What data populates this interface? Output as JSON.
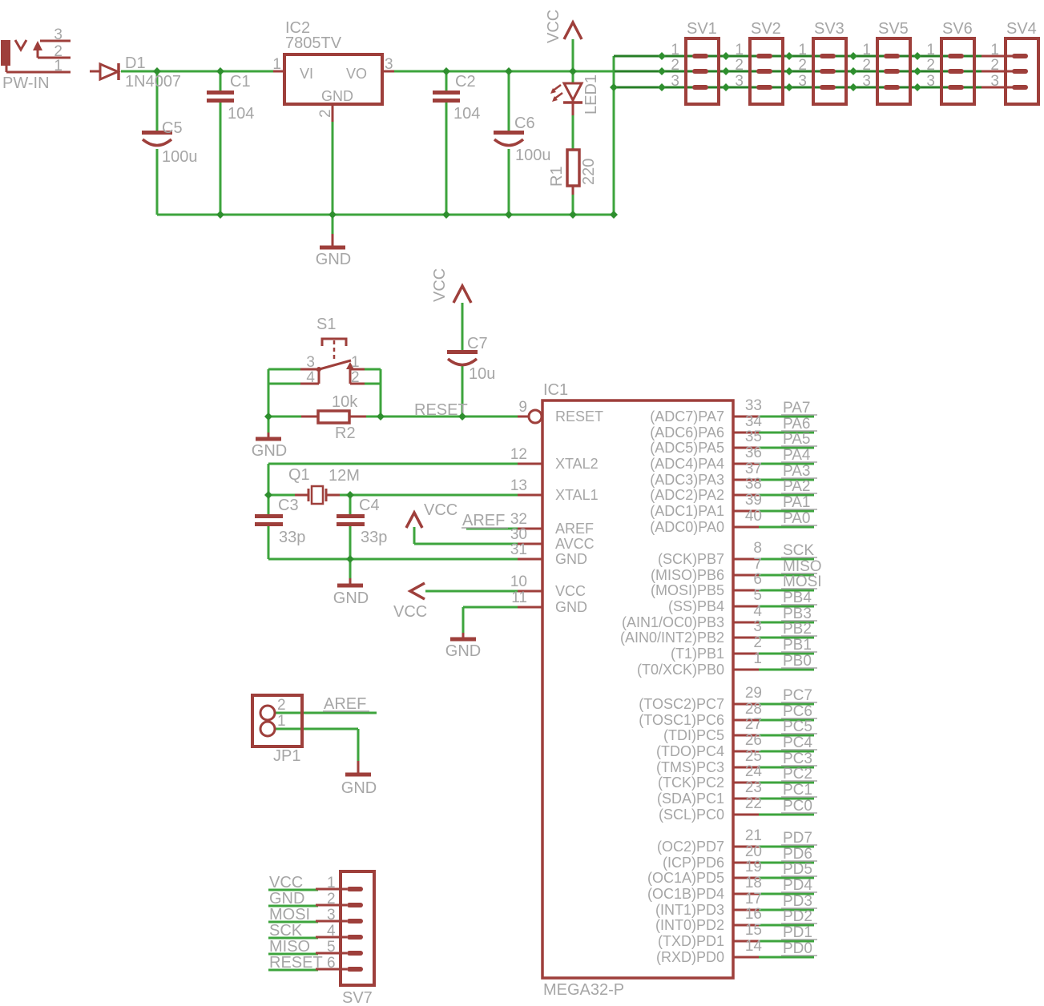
{
  "colors": {
    "background": "#ffffff",
    "wire": "#3da43d",
    "bus_wire": "#267e26",
    "junction": "#2e8f2e",
    "part": "#9e3f3b",
    "label": "#a6a6a6"
  },
  "nets": {
    "vcc": "VCC",
    "gnd": "GND",
    "aref": "AREF",
    "reset": "RESET"
  },
  "power_input": {
    "connector": {
      "label": "PW-IN",
      "pins": [
        "3",
        "2",
        "1"
      ]
    },
    "diode": {
      "name": "D1",
      "value": "1N4007"
    },
    "cap_c5": {
      "name": "C5",
      "value": "100u"
    },
    "cap_c1": {
      "name": "C1",
      "value": "104"
    },
    "regulator": {
      "name": "IC2",
      "value": "7805TV",
      "pin_vi": "VI",
      "pin_vo": "VO",
      "pin_gnd": "GND",
      "num_in": "1",
      "num_out": "3",
      "num_gnd": "2"
    },
    "cap_c2": {
      "name": "C2",
      "value": "104"
    },
    "cap_c6": {
      "name": "C6",
      "value": "100u"
    },
    "led": {
      "name": "LED1"
    },
    "resistor": {
      "name": "R1",
      "value": "220"
    }
  },
  "headers": [
    {
      "name": "SV1",
      "pins": [
        "1",
        "2",
        "3"
      ]
    },
    {
      "name": "SV2",
      "pins": [
        "1",
        "2",
        "3"
      ]
    },
    {
      "name": "SV3",
      "pins": [
        "1",
        "2",
        "3"
      ]
    },
    {
      "name": "SV5",
      "pins": [
        "1",
        "2",
        "3"
      ]
    },
    {
      "name": "SV6",
      "pins": [
        "1",
        "2",
        "3"
      ]
    },
    {
      "name": "SV4",
      "pins": [
        "1",
        "2",
        "3"
      ]
    }
  ],
  "reset_circuit": {
    "switch": {
      "name": "S1",
      "pin_numbers": [
        "3",
        "1",
        "4",
        "2"
      ]
    },
    "resistor": {
      "name": "R2",
      "value": "10k"
    },
    "cap": {
      "name": "C7",
      "value": "10u"
    }
  },
  "oscillator": {
    "crystal": {
      "name": "Q1",
      "value": "12M"
    },
    "cap_c3": {
      "name": "C3",
      "value": "33p"
    },
    "cap_c4": {
      "name": "C4",
      "value": "33p"
    }
  },
  "mcu": {
    "designator": "IC1",
    "part": "MEGA32-P",
    "left_pins": [
      {
        "num": "9",
        "label": "RESET"
      },
      {
        "num": "12",
        "label": "XTAL2"
      },
      {
        "num": "13",
        "label": "XTAL1"
      },
      {
        "num": "32",
        "label": "AREF"
      },
      {
        "num": "30",
        "label": "AVCC"
      },
      {
        "num": "31",
        "label": "GND"
      },
      {
        "num": "10",
        "label": "VCC"
      },
      {
        "num": "11",
        "label": "GND"
      }
    ],
    "right_pins": [
      {
        "num": "33",
        "inner": "(ADC7)PA7",
        "net": "PA7"
      },
      {
        "num": "34",
        "inner": "(ADC6)PA6",
        "net": "PA6"
      },
      {
        "num": "35",
        "inner": "(ADC5)PA5",
        "net": "PA5"
      },
      {
        "num": "36",
        "inner": "(ADC4)PA4",
        "net": "PA4"
      },
      {
        "num": "37",
        "inner": "(ADC3)PA3",
        "net": "PA3"
      },
      {
        "num": "38",
        "inner": "(ADC2)PA2",
        "net": "PA2"
      },
      {
        "num": "39",
        "inner": "(ADC1)PA1",
        "net": "PA1"
      },
      {
        "num": "40",
        "inner": "(ADC0)PA0",
        "net": "PA0"
      },
      {
        "num": "8",
        "inner": "(SCK)PB7",
        "net": "SCK"
      },
      {
        "num": "7",
        "inner": "(MISO)PB6",
        "net": "MISO"
      },
      {
        "num": "6",
        "inner": "(MOSI)PB5",
        "net": "MOSI"
      },
      {
        "num": "5",
        "inner": "(SS)PB4",
        "net": "PB4"
      },
      {
        "num": "4",
        "inner": "(AIN1/OC0)PB3",
        "net": "PB3"
      },
      {
        "num": "3",
        "inner": "(AIN0/INT2)PB2",
        "net": "PB2"
      },
      {
        "num": "2",
        "inner": "(T1)PB1",
        "net": "PB1"
      },
      {
        "num": "1",
        "inner": "(T0/XCK)PB0",
        "net": "PB0"
      },
      {
        "num": "29",
        "inner": "(TOSC2)PC7",
        "net": "PC7"
      },
      {
        "num": "28",
        "inner": "(TOSC1)PC6",
        "net": "PC6"
      },
      {
        "num": "27",
        "inner": "(TDI)PC5",
        "net": "PC5"
      },
      {
        "num": "26",
        "inner": "(TDO)PC4",
        "net": "PC4"
      },
      {
        "num": "25",
        "inner": "(TMS)PC3",
        "net": "PC3"
      },
      {
        "num": "24",
        "inner": "(TCK)PC2",
        "net": "PC2"
      },
      {
        "num": "23",
        "inner": "(SDA)PC1",
        "net": "PC1"
      },
      {
        "num": "22",
        "inner": "(SCL)PC0",
        "net": "PC0"
      },
      {
        "num": "21",
        "inner": "(OC2)PD7",
        "net": "PD7"
      },
      {
        "num": "20",
        "inner": "(ICP)PD6",
        "net": "PD6"
      },
      {
        "num": "19",
        "inner": "(OC1A)PD5",
        "net": "PD5"
      },
      {
        "num": "18",
        "inner": "(OC1B)PD4",
        "net": "PD4"
      },
      {
        "num": "17",
        "inner": "(INT1)PD3",
        "net": "PD3"
      },
      {
        "num": "16",
        "inner": "(INT0)PD2",
        "net": "PD2"
      },
      {
        "num": "15",
        "inner": "(TXD)PD1",
        "net": "PD1"
      },
      {
        "num": "14",
        "inner": "(RXD)PD0",
        "net": "PD0"
      }
    ]
  },
  "jumper": {
    "name": "JP1",
    "pins": [
      "2",
      "1"
    ],
    "net_top": "AREF"
  },
  "isp_header": {
    "name": "SV7",
    "rows": [
      {
        "num": "1",
        "net": "VCC"
      },
      {
        "num": "2",
        "net": "GND"
      },
      {
        "num": "3",
        "net": "MOSI"
      },
      {
        "num": "4",
        "net": "SCK"
      },
      {
        "num": "5",
        "net": "MISO"
      },
      {
        "num": "6",
        "net": "RESET"
      }
    ]
  }
}
